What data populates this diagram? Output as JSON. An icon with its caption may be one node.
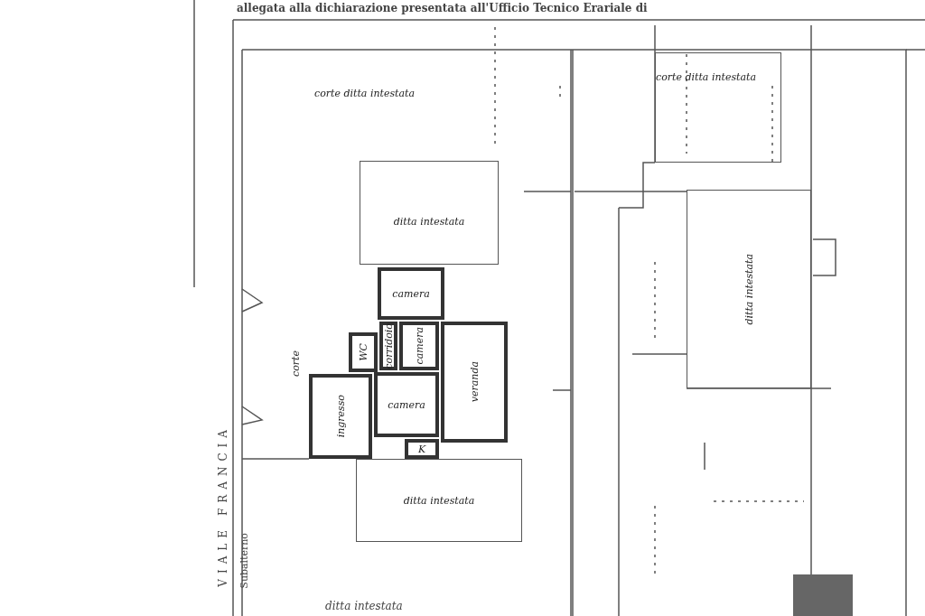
{
  "diagram": {
    "title": "allegata alla dichiarazione presentata all'Ufficio Tecnico Erariale di",
    "nodes": [
      {
        "text": [
          "corte ditta intestata"
        ]
      },
      {
        "text": [
          "ditta intestata"
        ],
        "in": 0
      },
      {
        "text": [
          "corte"
        ]
      },
      {
        "text": [
          "camera"
        ]
      },
      {
        "text": [
          "corridoio"
        ]
      },
      {
        "text": [
          "camera"
        ]
      },
      {
        "text": [
          "WC"
        ]
      },
      {
        "text": [
          "camera"
        ]
      },
      {
        "text": [
          "ingresso"
        ]
      },
      {
        "text": [
          "K"
        ]
      },
      {
        "text": [
          "veranda"
        ]
      },
      {
        "text": [
          "ditta intestata"
        ]
      },
      {
        "text": [
          "corte ditta intestata"
        ]
      },
      {
        "text": [
          "ditta intestata"
        ]
      }
    ],
    "edges": [],
    "labels": [
      "VIALE FRANCIA",
      "Subalterno",
      "ditta intestata"
    ]
  }
}
